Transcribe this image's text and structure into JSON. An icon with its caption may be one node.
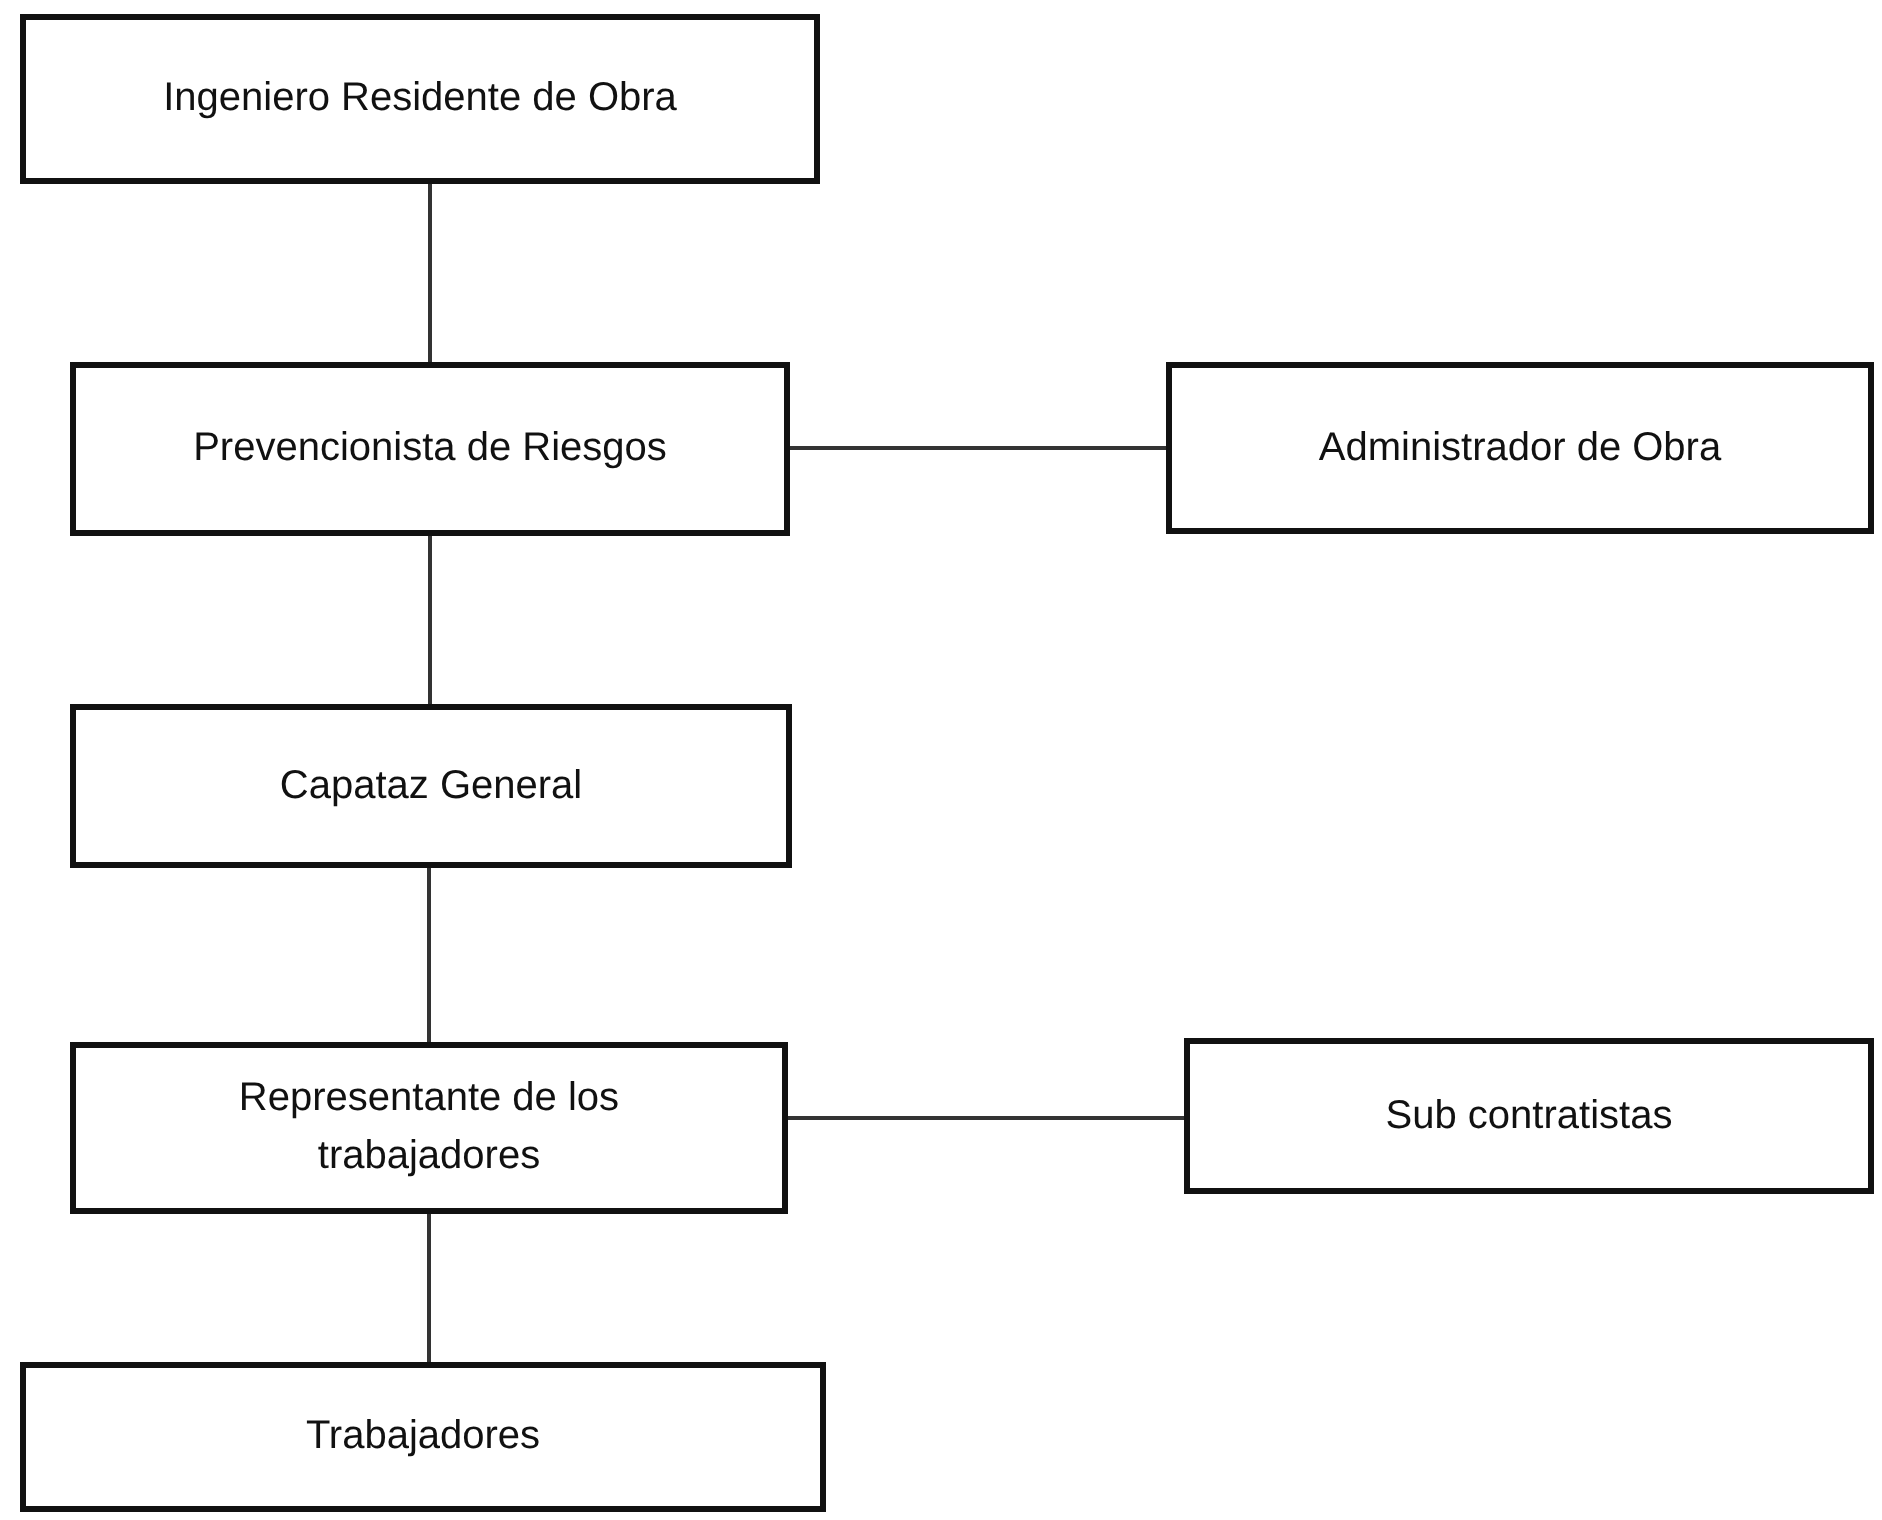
{
  "diagram": {
    "nodes": [
      {
        "text": [
          "Ingeniero Residente de Obra"
        ]
      },
      {
        "text": [
          "Prevencionista de Riesgos"
        ]
      },
      {
        "text": [
          "Administrador de Obra"
        ]
      },
      {
        "text": [
          "Capataz General"
        ]
      },
      {
        "text": [
          "Representante de los trabajadores"
        ]
      },
      {
        "text": [
          "Sub contratistas"
        ]
      },
      {
        "text": [
          "Trabajadores"
        ]
      }
    ],
    "edges": [
      {
        "from": 0,
        "to": 1,
        "arrow": "none"
      },
      {
        "from": 1,
        "to": 2,
        "arrow": "none"
      },
      {
        "from": 1,
        "to": 3,
        "arrow": "none"
      },
      {
        "from": 3,
        "to": 4,
        "arrow": "none"
      },
      {
        "from": 4,
        "to": 5,
        "arrow": "none"
      },
      {
        "from": 4,
        "to": 6,
        "arrow": "none"
      }
    ]
  }
}
